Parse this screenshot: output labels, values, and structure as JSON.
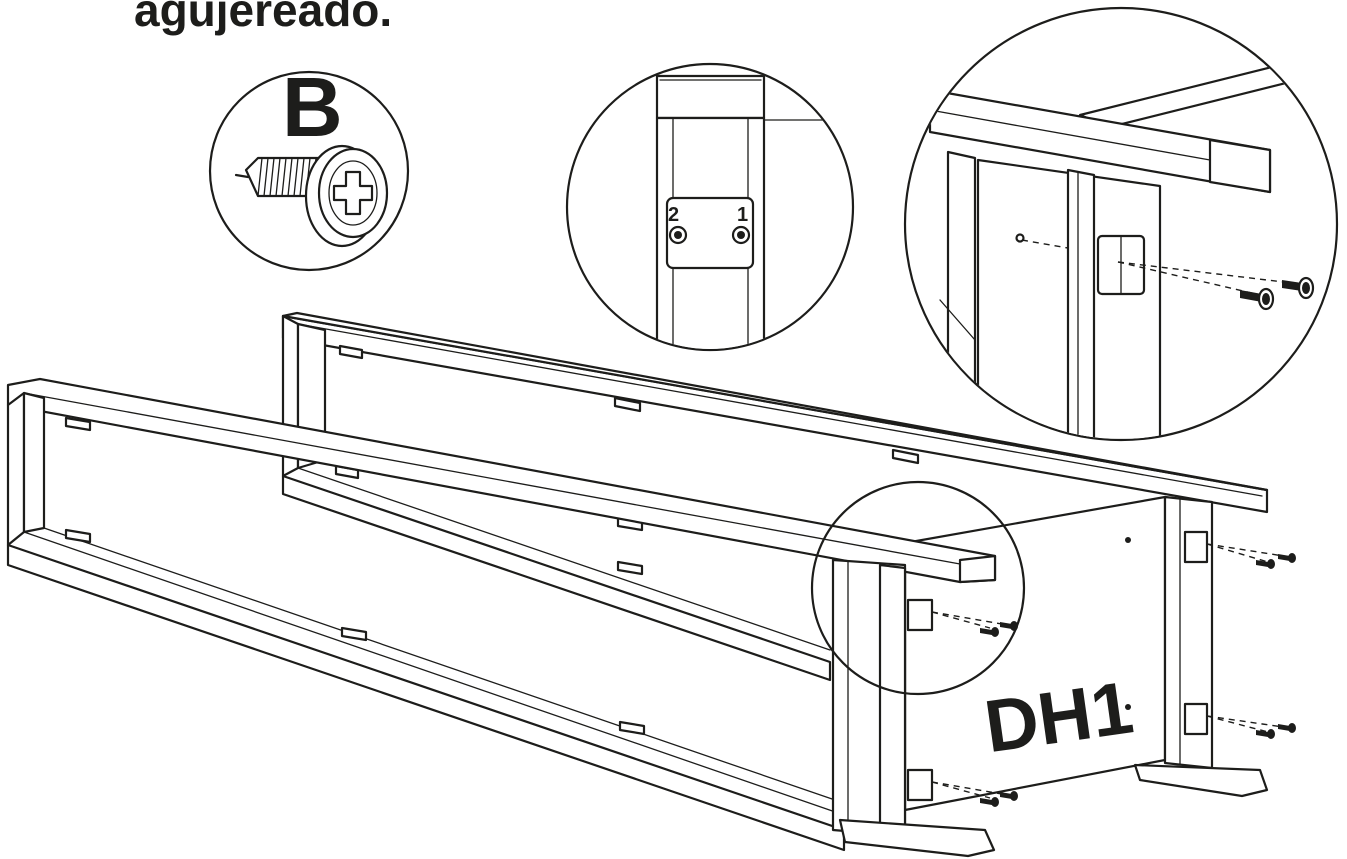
{
  "instruction": {
    "caption_fragment": "agujereado."
  },
  "callouts": {
    "screw": {
      "part_letter": "B",
      "icon": "screw-icon"
    },
    "bracket_detail": {
      "order_left": "2",
      "order_right": "1",
      "icon": "bracket-icon"
    },
    "panel_detail": {
      "icon": "panel-joint-icon"
    }
  },
  "assembly": {
    "panel_label": "DH1",
    "icon": "frame-assembly-icon"
  }
}
